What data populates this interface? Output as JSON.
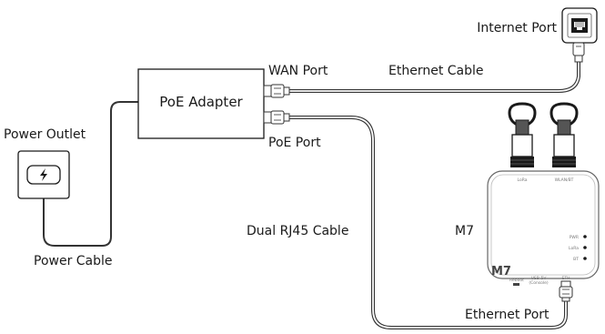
{
  "labels": {
    "internet_port": "Internet Port",
    "ethernet_cable": "Ethernet Cable",
    "wan_port": "WAN Port",
    "poe_adapter": "PoE Adapter",
    "poe_port": "PoE Port",
    "power_outlet": "Power Outlet",
    "power_cable": "Power Cable",
    "dual_rj45_cable": "Dual RJ45 Cable",
    "device_model": "M7",
    "ethernet_port": "Ethernet Port"
  },
  "device": {
    "brand": "M7",
    "antenna_left": "LoRa",
    "antenna_right": "WLAN/BT",
    "led_pwr": "PWR",
    "led_lora": "LoRa",
    "led_bt": "BT",
    "port_reboot": "Reboot",
    "port_usb_line1": "USB-5V",
    "port_usb_line2": "(Console)",
    "port_eth": "ETH"
  },
  "icons": {
    "outlet": "lightning-icon",
    "wall_port": "rj45-socket-icon"
  }
}
